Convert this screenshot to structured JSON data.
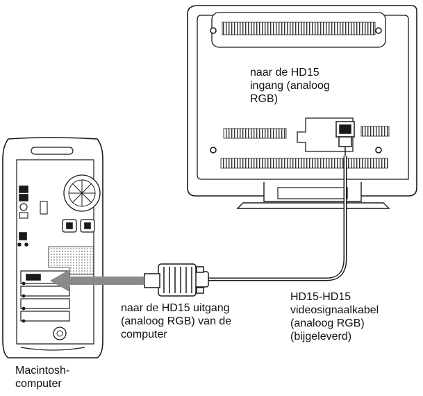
{
  "labels": {
    "monitor_input": [
      "naar de HD15",
      "ingang (analoog",
      "RGB)"
    ],
    "computer_output": [
      "naar de HD15 uitgang",
      "(analoog RGB) van de",
      "computer"
    ],
    "cable": [
      "HD15-HD15",
      "videosignaalkabel",
      "(analoog RGB)",
      "(bijgeleverd)"
    ],
    "computer_name": [
      "Macintosh-",
      "computer"
    ]
  },
  "colors": {
    "line": "#1a1a1a",
    "arrow": "#8a8a8a",
    "fill": "#ffffff",
    "dots": "#555555"
  }
}
